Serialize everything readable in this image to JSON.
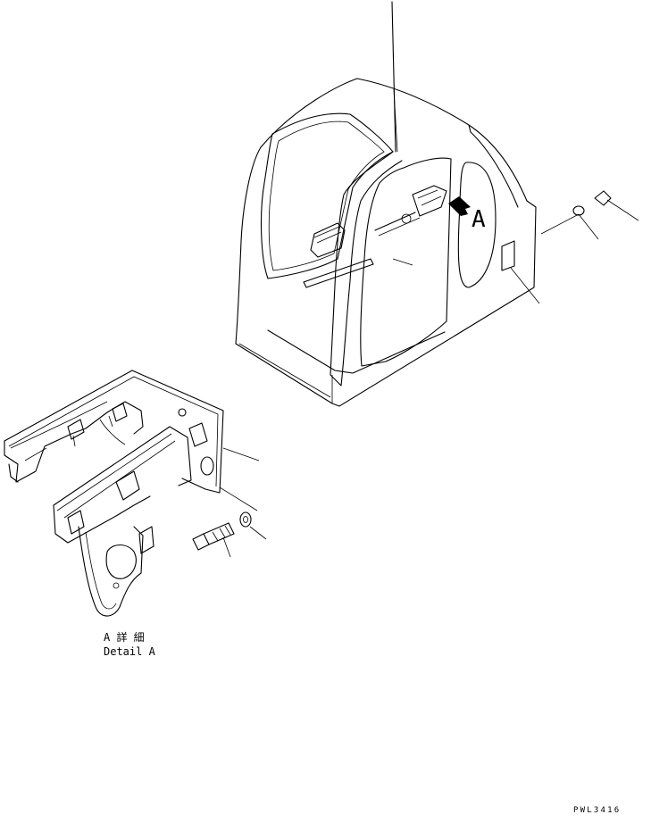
{
  "callout": {
    "letter": "A"
  },
  "detail": {
    "label_jp": "A 詳 細",
    "label_en": "Detail A"
  },
  "drawing_number": "PWL3416"
}
